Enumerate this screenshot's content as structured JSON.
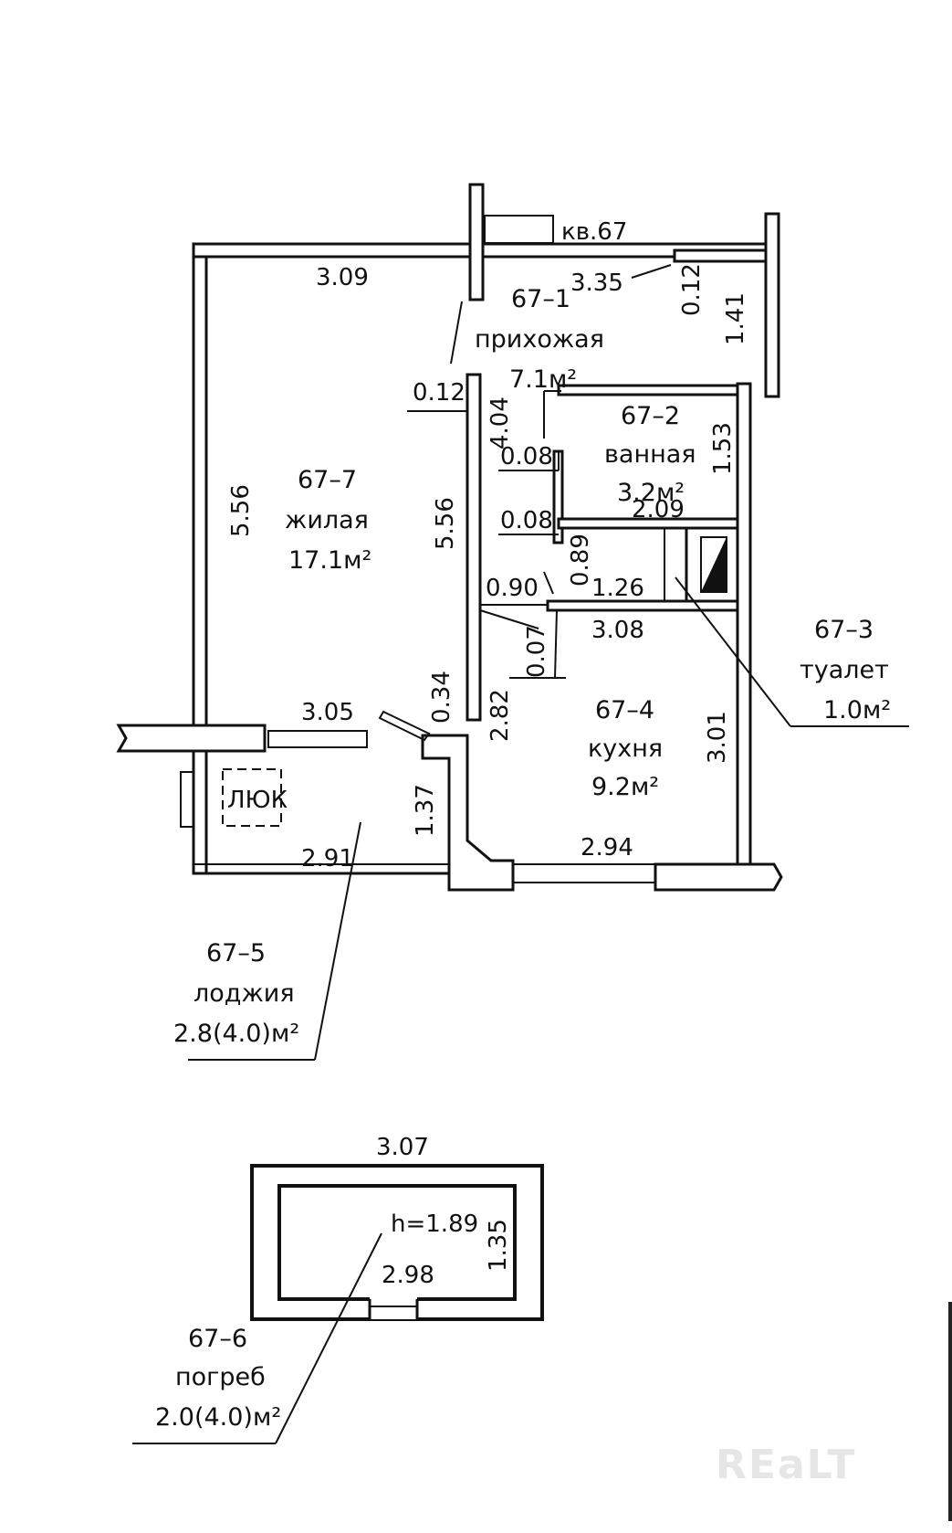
{
  "apartment": "кв.67",
  "rooms": {
    "hall": {
      "code": "67–1",
      "name": "прихожая",
      "area": "7.1м²"
    },
    "bath": {
      "code": "67–2",
      "name": "ванная",
      "area": "3.2м²"
    },
    "toilet": {
      "code": "67–3",
      "name": "туалет",
      "area": "1.0м²"
    },
    "kitchen": {
      "code": "67–4",
      "name": "кухня",
      "area": "9.2м²"
    },
    "loggia": {
      "code": "67–5",
      "name": "лоджия",
      "area": "2.8(4.0)м²"
    },
    "cellar": {
      "code": "67–6",
      "name": "погреб",
      "area": "2.0(4.0)м²"
    },
    "living": {
      "code": "67–7",
      "name": "жилая",
      "area": "17.1м²"
    }
  },
  "hatch": "ЛЮК",
  "dimensions": {
    "d309": "3.09",
    "d335": "3.35",
    "d012a": "0.12",
    "d141": "1.41",
    "d012b": "0.12",
    "d404": "4.04",
    "d153": "1.53",
    "d008a": "0.08",
    "d008b": "0.08",
    "d209": "2.09",
    "d556a": "5.56",
    "d556b": "5.56",
    "d089": "0.89",
    "d126": "1.26",
    "d090": "0.90",
    "d007": "0.07",
    "d308": "3.08",
    "d034": "0.34",
    "d305": "3.05",
    "d282": "2.82",
    "d301": "3.01",
    "d137": "1.37",
    "d291": "2.91",
    "d294": "2.94",
    "d307": "3.07",
    "h": "h=1.89",
    "d298": "2.98",
    "d135": "1.35"
  },
  "watermark": "REaLT"
}
